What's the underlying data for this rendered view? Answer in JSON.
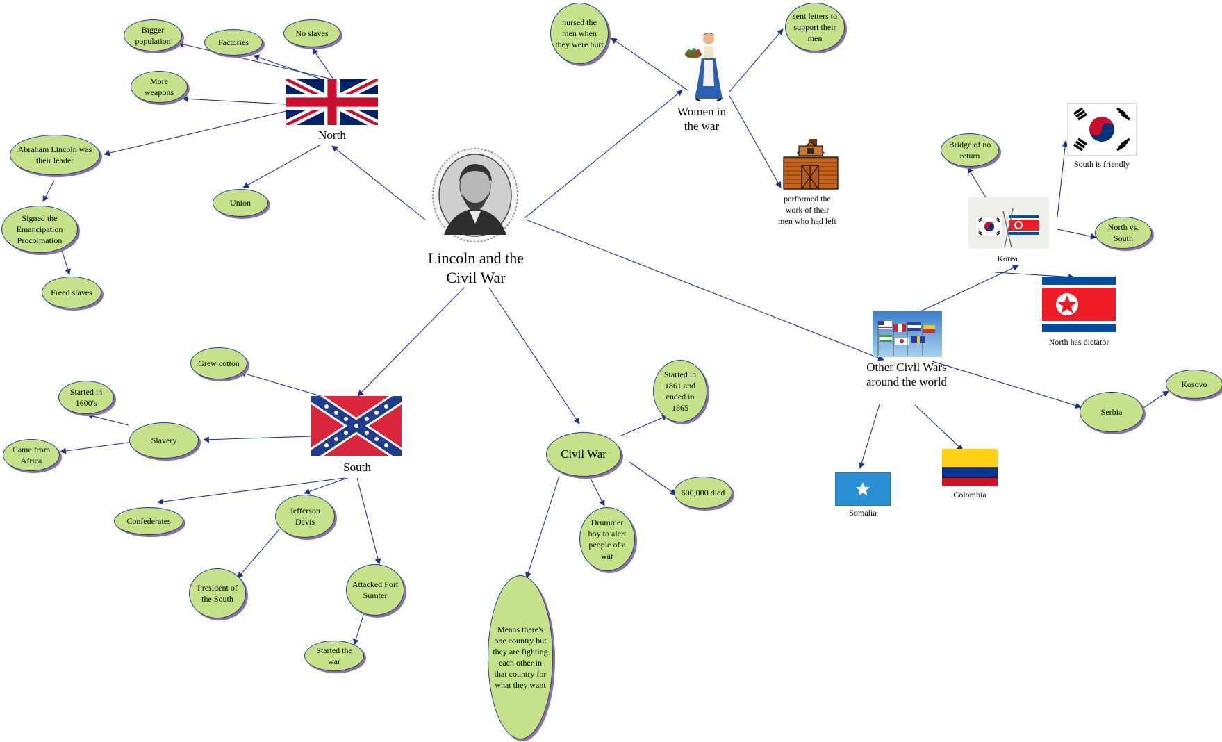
{
  "map": {
    "title": "Lincoln and the Civil War",
    "north": {
      "label": "North",
      "items": {
        "bigger_population": "Bigger population",
        "factories": "Factories",
        "no_slaves": "No slaves",
        "more_weapons": "More weapons",
        "lincoln_leader": "Abraham Lincoln was their leader",
        "emancipation": "Signed the Emancipation Procolmation",
        "freed_slaves": "Freed slaves",
        "union": "Union"
      }
    },
    "women": {
      "label": "Women in the war",
      "items": {
        "nursed": "nursed the men when they were hurt",
        "letters": "sent letters to support their men",
        "work": "performed the work of their men who had left"
      }
    },
    "south": {
      "label": "South",
      "items": {
        "grew_cotton": "Grew cotton",
        "started_1600s": "Started in 1600's",
        "slavery": "Slavery",
        "came_from_africa": "Came from Africa",
        "confederates": "Confederates",
        "jefferson_davis": "Jefferson Davis",
        "president_south": "President of the South",
        "attacked_fort": "Attacked Fort Sumter",
        "started_war": "Started the war"
      }
    },
    "civil_war": {
      "label": "Civil War",
      "items": {
        "dates": "Started in 1861 and ended in 1865",
        "died": "600,000 died",
        "drummer": "Drummer boy to alert people of a war",
        "meaning": "Means there's one country but they are fighting each other in that country for what they want"
      }
    },
    "other": {
      "label": "Other Civil Wars around the world",
      "korea": {
        "label": "Korea",
        "bridge": "Bridge of no return",
        "south_friendly": "South is friendly",
        "north_vs_south": "North vs. South",
        "north_dictator": "North has dictator"
      },
      "serbia": "Serbia",
      "kosovo": "Kosovo",
      "somalia": "Somalia",
      "colombia": "Colombia"
    }
  },
  "colors": {
    "bubble_fill": "#c5e28a",
    "bubble_border": "#223f7a",
    "bubble_shadow": "#8a6fb0",
    "link_line": "#1f2f8a"
  }
}
